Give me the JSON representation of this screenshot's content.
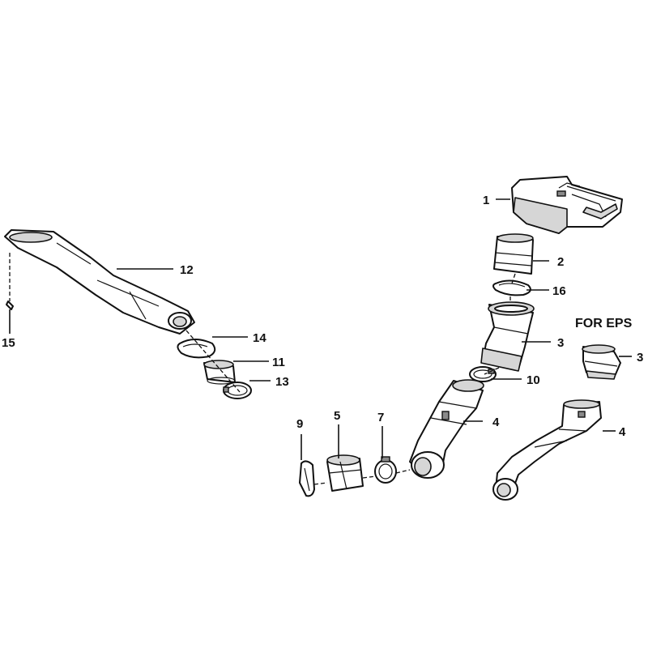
{
  "callouts": {
    "c1": "1",
    "c2": "2",
    "c16": "16",
    "c3": "3",
    "c3_eps": "3",
    "c10": "10",
    "c4": "4",
    "c4_eps": "4",
    "c12": "12",
    "c14": "14",
    "c11": "11",
    "c13": "13",
    "c15": "15",
    "c9": "9",
    "c5": "5",
    "c7": "7"
  },
  "note": "FOR EPS"
}
